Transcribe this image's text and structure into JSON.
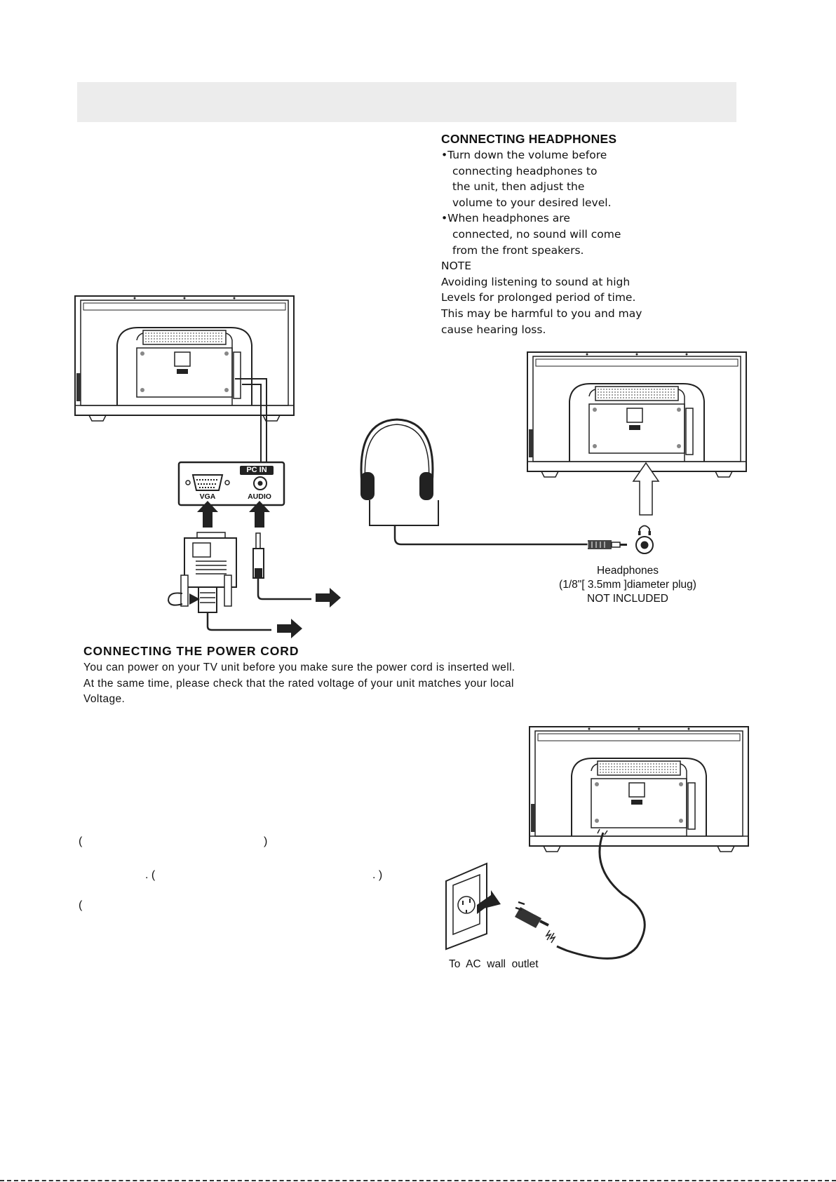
{
  "headphones_section": {
    "title": "CONNECTING HEADPHONES",
    "bullet_1": [
      "•Turn down the volume before",
      "connecting headphones to",
      "the unit, then adjust the",
      "volume to your desired level."
    ],
    "bullet_2": [
      "•When headphones are",
      "connected, no sound will come",
      "from the front speakers."
    ],
    "note_label": "NOTE",
    "note_lines": [
      "Avoiding listening to sound at high",
      "Levels for prolonged period of time.",
      "This may be harmful to you and may",
      "cause hearing loss."
    ]
  },
  "pc_panel": {
    "panel_label": "PC IN",
    "vga_label": "VGA",
    "audio_label": "AUDIO"
  },
  "headphones_caption": {
    "name": "Headphones",
    "spec": "(1/8\"[ 3.5mm ]diameter plug)",
    "status": "NOT INCLUDED"
  },
  "power_section": {
    "title": "CONNECTING THE POWER CORD",
    "lines": [
      "You can power on your TV unit before you make sure the power cord is inserted well.",
      "At the same time, please check that the rated voltage of your unit matches your local",
      "Voltage."
    ],
    "outlet_caption": "To  AC  wall  outlet"
  },
  "stray_marks": {
    "paren_open_1": "(",
    "paren_close_1": ")",
    "dot_paren_open": ". (",
    "dot_paren_close": ". )",
    "paren_open_2": "("
  },
  "icons": [
    "tv-rear-icon",
    "vga-connector-icon",
    "audio-plug-icon",
    "headphones-icon",
    "arrow-right-icon",
    "arrow-up-icon",
    "wall-outlet-icon",
    "power-plug-icon",
    "headphone-jack-icon"
  ]
}
